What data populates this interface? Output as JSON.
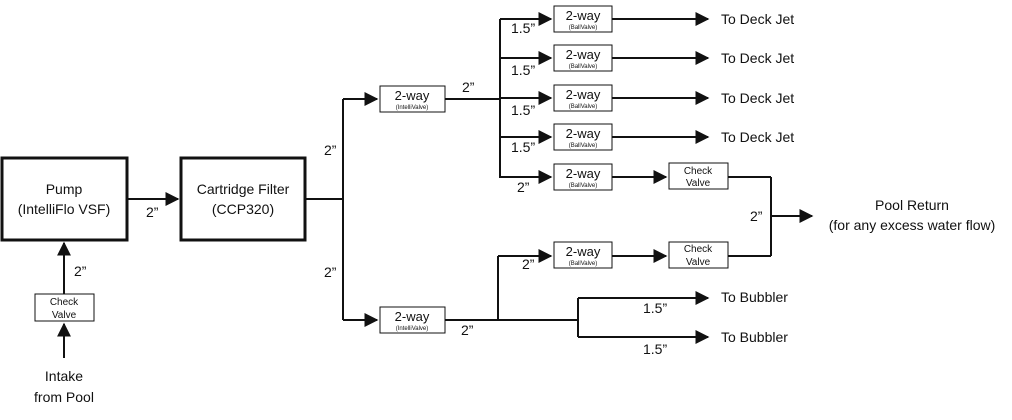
{
  "pump": {
    "line1": "Pump",
    "line2": "(IntelliFlo VSF)"
  },
  "filter": {
    "line1": "Cartridge Filter",
    "line2": "(CCP320)"
  },
  "intake_check": {
    "line1": "Check",
    "line2": "Valve"
  },
  "intake": {
    "line1": "Intake",
    "line2": "from Pool"
  },
  "pipes": {
    "intake_to_pump": "2”",
    "pump_to_filter": "2”",
    "filter_up": "2”",
    "filter_down": "2”",
    "upper_main": "2”",
    "lower_main": "2”",
    "deck1": "1.5”",
    "deck2": "1.5”",
    "deck3": "1.5”",
    "deck4": "1.5”",
    "upper_return": "2”",
    "lower_return": "2”",
    "return_merge": "2”",
    "bubbler1": "1.5”",
    "bubbler2": "1.5”"
  },
  "valves": {
    "two_way": "2-way",
    "intellivalve": "(IntelliValve)",
    "ballvalve": "(BallValve)",
    "check_l1": "Check",
    "check_l2": "Valve"
  },
  "destinations": {
    "deck_jet": "To Deck Jet",
    "bubbler": "To Bubbler",
    "pool_return_l1": "Pool Return",
    "pool_return_l2": "(for any excess water flow)"
  }
}
